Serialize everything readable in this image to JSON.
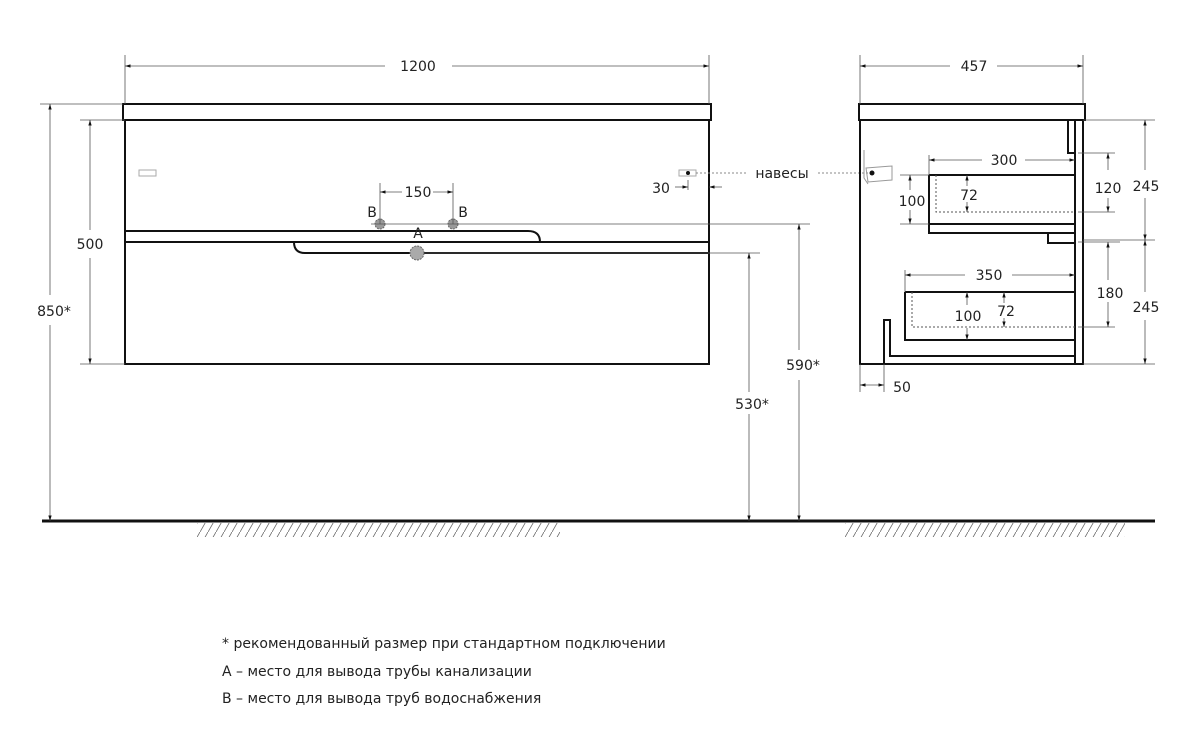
{
  "front_view": {
    "width": "1200",
    "height_body": "500",
    "height_total": "850*",
    "pipe_spacing": "150",
    "label_b": "B",
    "label_a": "A",
    "hinge_offset": "30",
    "height_590": "590*",
    "height_530": "530*",
    "hinge_label": "навесы"
  },
  "side_view": {
    "depth": "457",
    "upper_drawer_width": "300",
    "upper_drawer_height": "100",
    "upper_inner": "72",
    "upper_gap": "120",
    "upper_section": "245",
    "lower_drawer_width": "350",
    "lower_drawer_height": "100",
    "lower_inner": "72",
    "lower_gap": "180",
    "lower_section": "245",
    "base_offset": "50"
  },
  "legend": [
    "* рекомендованный размер при стандартном подключении",
    "А – место для вывода трубы канализации",
    "В – место для вывода труб водоснабжения"
  ]
}
